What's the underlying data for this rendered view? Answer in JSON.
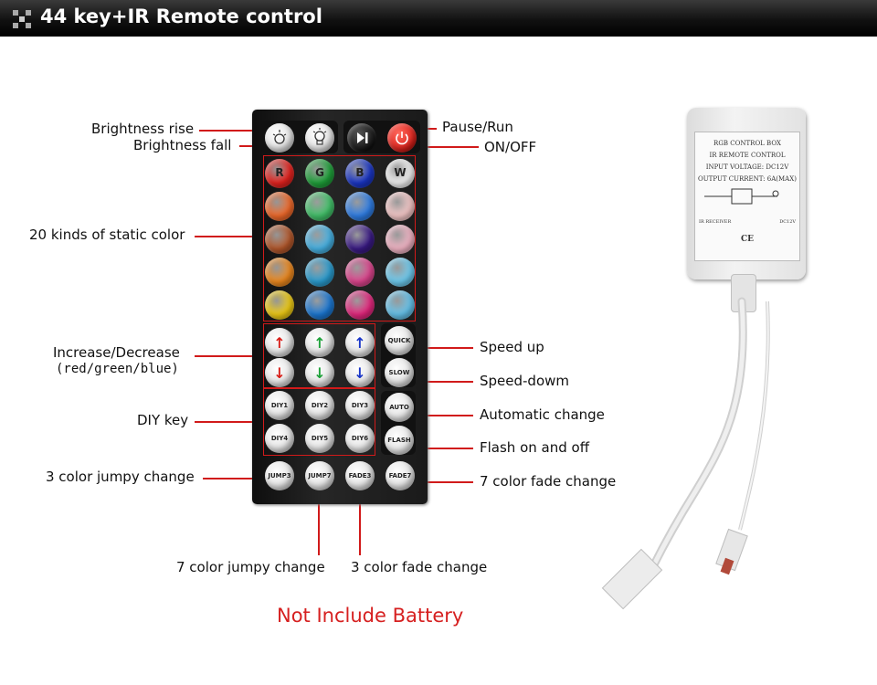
{
  "header": {
    "title": "44 key+IR Remote control"
  },
  "labels": {
    "brightness_rise": "Brightness rise",
    "brightness_fall": "Brightness fall",
    "pause_run": "Pause/Run",
    "on_off": "ON/OFF",
    "static_color": "20 kinds of static color",
    "increase_decrease": "Increase/Decrease",
    "rgb_note": "(red/green/blue)",
    "speed_up": "Speed up",
    "speed_down": "Speed-dowm",
    "diy_key": "DIY key",
    "automatic_change": "Automatic change",
    "flash": "Flash on and off",
    "jumpy3": "3 color jumpy change",
    "fade7": "7 color fade change",
    "jumpy7": "7 color jumpy change",
    "fade3": "3 color fade change"
  },
  "footer": {
    "note": "Not Include Battery"
  },
  "remote": {
    "color_buttons": [
      [
        "R",
        "G",
        "B",
        "W"
      ]
    ],
    "colors": [
      [
        "#e8231f",
        "#1fa23a",
        "#1a36c8",
        "#f4f4f4"
      ],
      [
        "#f36a2a",
        "#42c46a",
        "#2f7fe8",
        "#f7c9c9"
      ],
      [
        "#b5582b",
        "#46b3e6",
        "#3a1a86",
        "#f4b5c6"
      ],
      [
        "#f08a1e",
        "#2a9ed2",
        "#e0458f",
        "#6fcdf2"
      ],
      [
        "#f1cd14",
        "#1b79d6",
        "#e8277f",
        "#66c5ee"
      ]
    ],
    "speed_buttons": [
      "QUICK",
      "SLOW"
    ],
    "diy_buttons": [
      "DIY1",
      "DIY2",
      "DIY3",
      "DIY4",
      "DIY5",
      "DIY6"
    ],
    "side_buttons": [
      "AUTO",
      "FLASH"
    ],
    "bottom_buttons": [
      "JUMP3",
      "JUMP7",
      "FADE3",
      "FADE7"
    ]
  },
  "controller": {
    "lines": [
      "RGB CONTROL BOX",
      "IR REMOTE CONTROL",
      "INPUT VOLTAGE: DC12V",
      "OUTPUT CURRENT: 6A(MAX)"
    ],
    "ir_receiver": "IR RECEIVER",
    "dc": "DC12V",
    "ce": "CE"
  }
}
